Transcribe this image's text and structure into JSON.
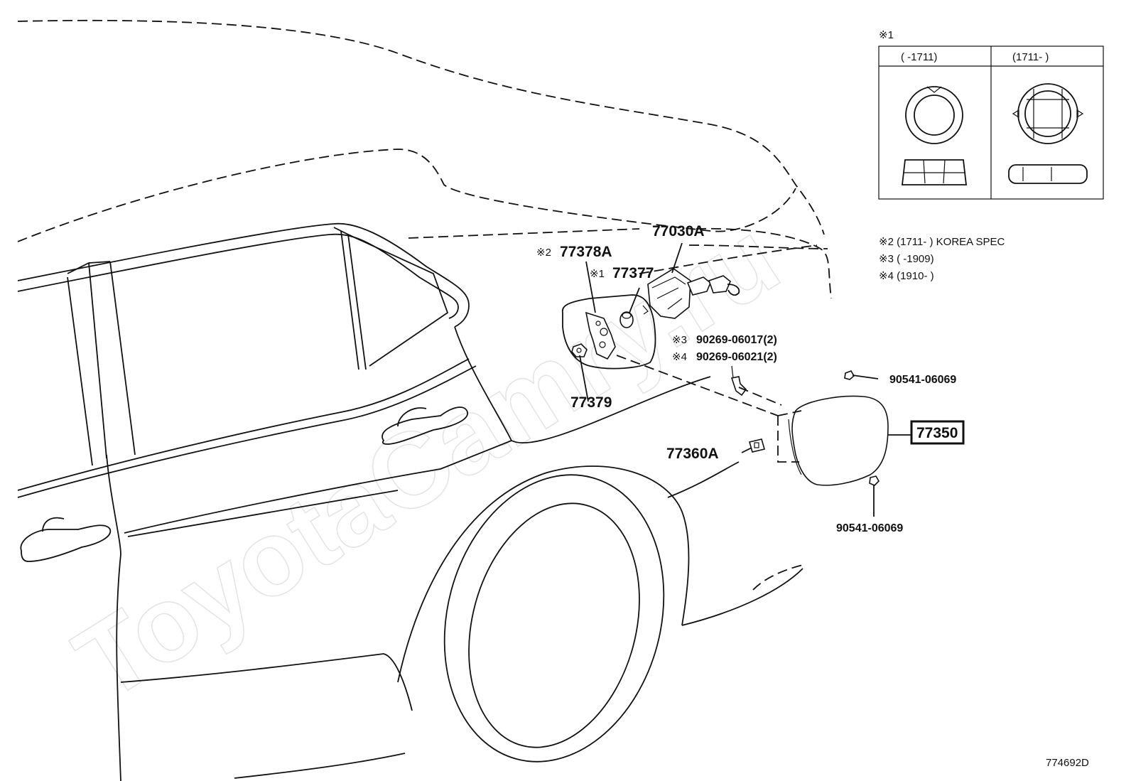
{
  "watermark": "ToyotaCamry.ru",
  "drawing_code": "774692D",
  "notes": {
    "n1_marker": "※1",
    "n1_col_left": "(      -1711)",
    "n1_col_right": "(1711-      )",
    "n2": "※2 (1711-      ) KOREA SPEC",
    "n3": "※3 (      -1909)",
    "n4": "※4 (1910-      )"
  },
  "labels": {
    "p77030A": "77030A",
    "p77378A_mark": "※2",
    "p77378A": "77378A",
    "p77377_mark": "※1",
    "p77377": "77377",
    "p77379": "77379",
    "p90269a_mark": "※3",
    "p90269a": "90269-06017(2)",
    "p90269b_mark": "※4",
    "p90269b": "90269-06021(2)",
    "p90541_top": "90541-06069",
    "p77350": "77350",
    "p77360A": "77360A",
    "p90541_bottom": "90541-06069"
  }
}
